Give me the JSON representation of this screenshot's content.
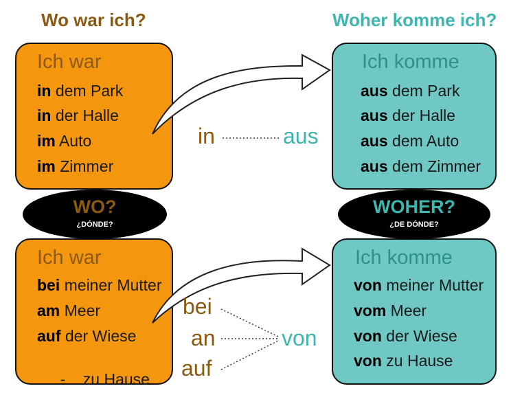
{
  "colors": {
    "brown": "#8a5a12",
    "teal": "#3fb5b0",
    "orange": "#f5960f",
    "tealbox": "#6fc8c4"
  },
  "headings": {
    "left": "Wo war ich?",
    "right": "Woher komme ich?"
  },
  "top_left": {
    "title": "Ich war",
    "lines": [
      {
        "bold": "in",
        "rest": " dem Park"
      },
      {
        "bold": "in",
        "rest": " der Halle"
      },
      {
        "bold": "im",
        "rest": " Auto"
      },
      {
        "bold": "im",
        "rest": " Zimmer"
      }
    ]
  },
  "top_right": {
    "title": "Ich komme",
    "lines": [
      {
        "bold": "aus",
        "rest": " dem Park"
      },
      {
        "bold": "aus",
        "rest": " der Halle"
      },
      {
        "bold": "aus",
        "rest": " dem Auto"
      },
      {
        "bold": "aus",
        "rest": " dem Zimmer"
      }
    ]
  },
  "bottom_left": {
    "title": "Ich war",
    "lines": [
      {
        "bold": "bei",
        "rest": " meiner Mutter"
      },
      {
        "bold": "am",
        "rest": " Meer"
      },
      {
        "bold": "auf",
        "rest": " der Wiese"
      },
      {
        "bold": "",
        "rest": "-    zu Hause"
      }
    ]
  },
  "bottom_right": {
    "title": "Ich komme",
    "lines": [
      {
        "bold": "von",
        "rest": " meiner Mutter"
      },
      {
        "bold": "vom",
        "rest": " Meer"
      },
      {
        "bold": "von",
        "rest": " der Wiese"
      },
      {
        "bold": "von",
        "rest": " zu Hause"
      }
    ]
  },
  "ellipses": {
    "left": {
      "main": "WO?",
      "sub": "¿DÓNDE?"
    },
    "right": {
      "main": "WOHER?",
      "sub": "¿DE DÓNDE?"
    }
  },
  "prepositions": {
    "top_from": "in",
    "top_to": "aus",
    "bottom_from": [
      "bei",
      "an",
      "auf"
    ],
    "bottom_to": "von"
  }
}
